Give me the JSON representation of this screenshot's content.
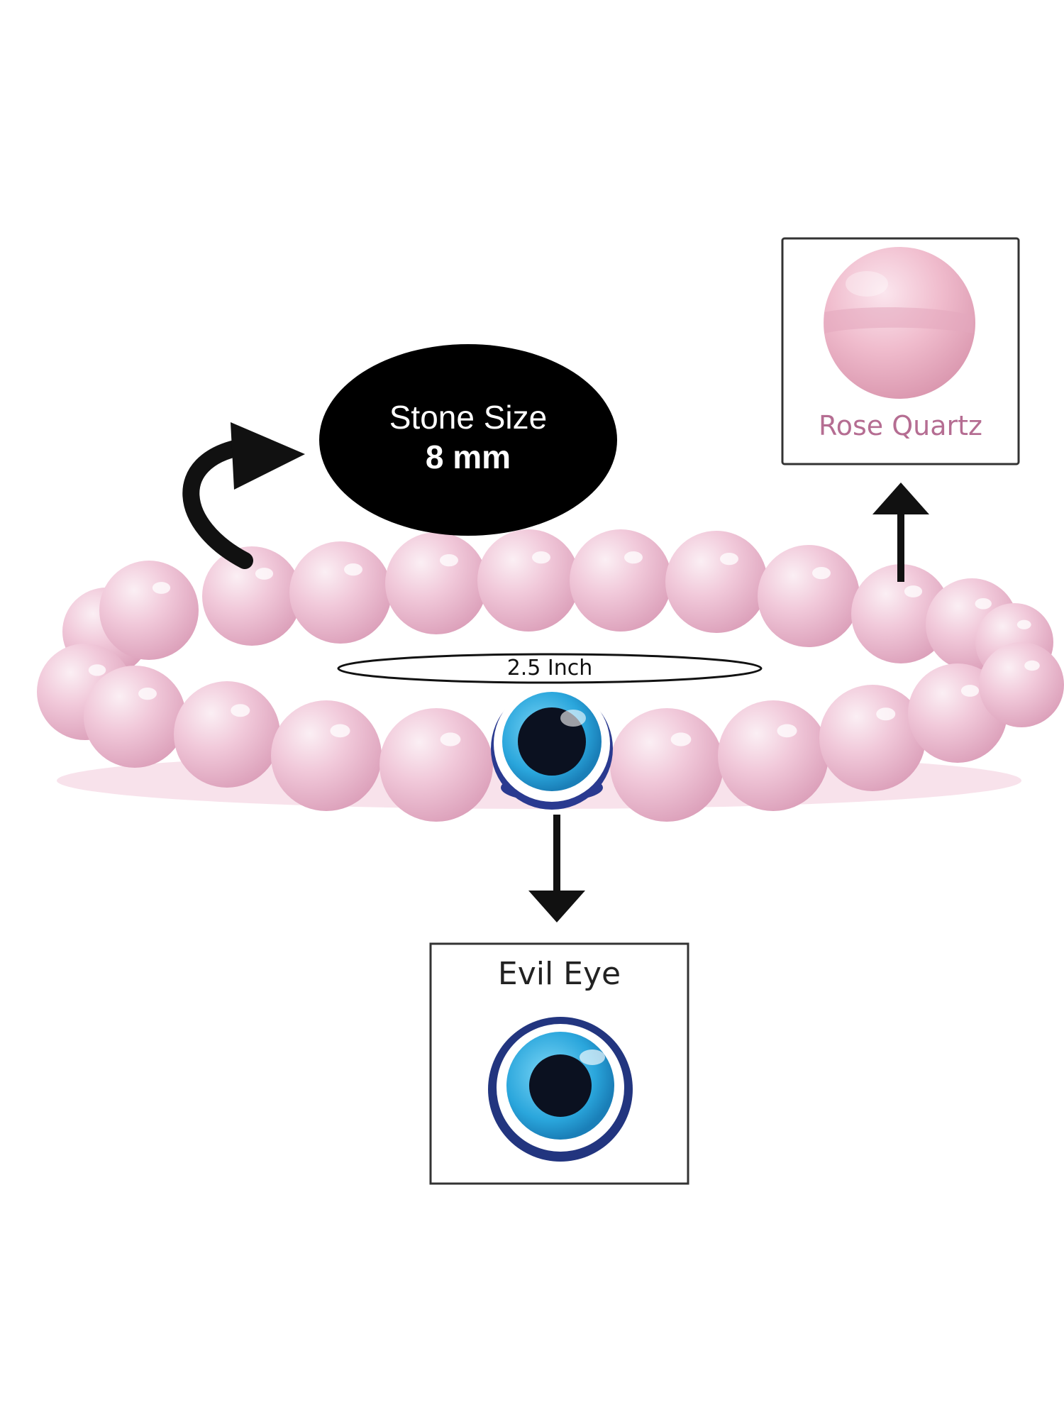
{
  "stone_size": {
    "line1": "Stone Size",
    "line2": "8 mm"
  },
  "diameter_label": "2.5 Inch",
  "rose_quartz": {
    "label": "Rose Quartz",
    "label_color": "#b56d92"
  },
  "evil_eye": {
    "label": "Evil Eye"
  },
  "colors": {
    "bead_light": "#f8e6ee",
    "bead_mid": "#efc4d6",
    "bead_dark": "#d79db6",
    "eye_outer": "#22357f",
    "eye_white": "#ffffff",
    "eye_blue": "#35b7e6",
    "eye_pupil": "#0b1120"
  }
}
